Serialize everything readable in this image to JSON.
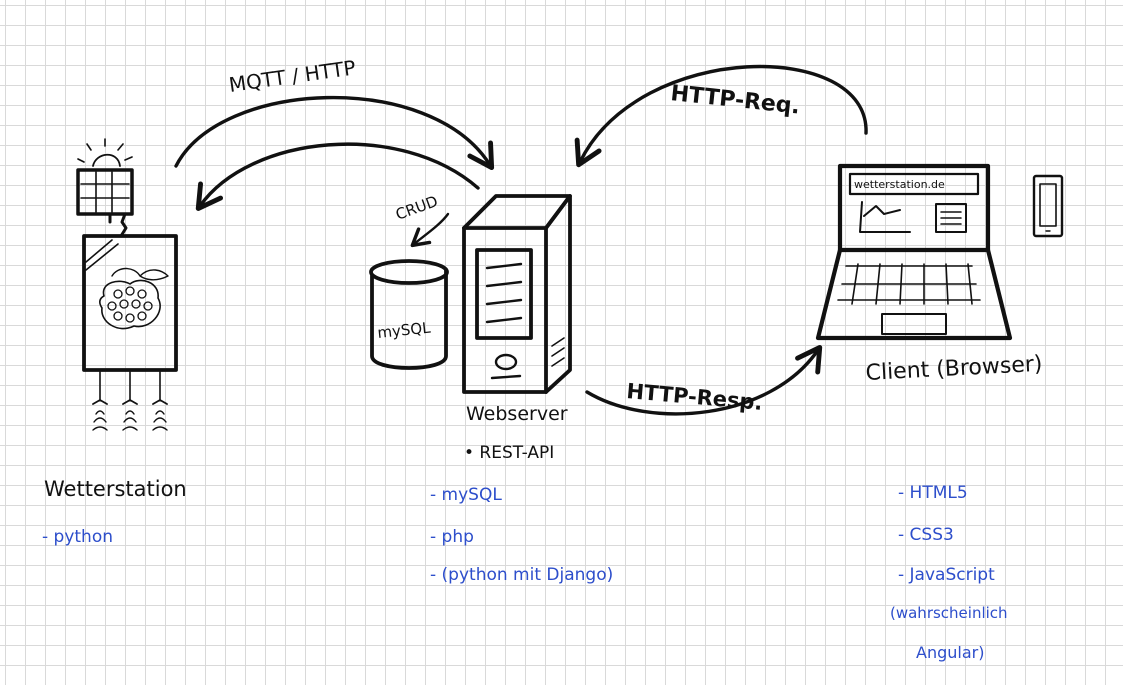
{
  "colors": {
    "ink": "#111111",
    "notes": "#2d4ecb",
    "grid": "#d9d9d9"
  },
  "arrows": {
    "mqtt_http": "MQTT / HTTP",
    "http_req": "HTTP-Req.",
    "http_resp": "HTTP-Resp.",
    "crud": "CRUD"
  },
  "database": {
    "label": "mySQL"
  },
  "laptop": {
    "url": "wetterstation.de"
  },
  "weatherstation": {
    "title": "Wetterstation",
    "notes": [
      "- python"
    ]
  },
  "webserver": {
    "title": "Webserver",
    "sub": "• REST-API",
    "notes": [
      "- mySQL",
      "- php",
      "- (python mit Django)"
    ]
  },
  "client": {
    "title": "Client (Browser)",
    "notes": [
      "- HTML5",
      "- CSS3",
      "- JavaScript",
      "(wahrscheinlich",
      "Angular)"
    ]
  }
}
